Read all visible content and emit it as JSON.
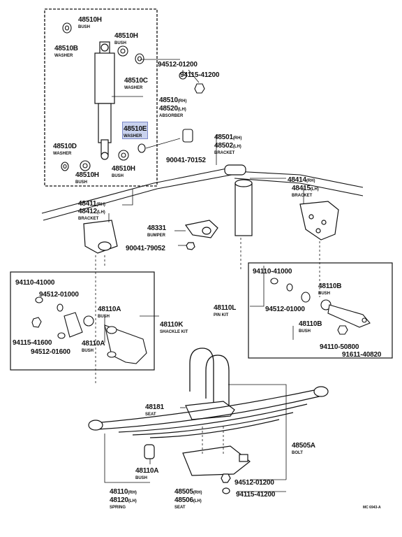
{
  "labels": {
    "l48510H_a": {
      "num": "48510H",
      "sub": "BUSH"
    },
    "l48510H_b": {
      "num": "48510H",
      "sub": "BUSH"
    },
    "l48510B": {
      "num": "48510B",
      "sub": "WASHER"
    },
    "l94512_top": {
      "num": "94512-01200"
    },
    "l94115_top": {
      "num": "94115-41200"
    },
    "l48510C": {
      "num": "48510C",
      "sub": "WASHER"
    },
    "l48510_top": {
      "num": "48510",
      "sfx": "(RH)"
    },
    "l48520": {
      "num": "48520",
      "sfx": "(LH)",
      "sub": "ABSORBER"
    },
    "l48510E": {
      "num": "48510E",
      "sub": "WASHER"
    },
    "l48510D": {
      "num": "48510D",
      "sub": "WASHER"
    },
    "l48510H_c": {
      "num": "48510H",
      "sub": "BUSH"
    },
    "l48510H_d": {
      "num": "48510H",
      "sub": "BUSH"
    },
    "l90041_70152": {
      "num": "90041-70152"
    },
    "l48501": {
      "num": "48501",
      "sfx": "(RH)"
    },
    "l48502": {
      "num": "48502",
      "sfx": "(LH)",
      "sub": "BRACKET"
    },
    "l48414": {
      "num": "48414",
      "sfx": "(RH)"
    },
    "l48415": {
      "num": "48415",
      "sfx": "(LH)",
      "sub": "BRACKET"
    },
    "l48411": {
      "num": "48411",
      "sfx": "(RH)"
    },
    "l48412": {
      "num": "48412",
      "sfx": "(LH)",
      "sub": "BRACKET"
    },
    "l48331": {
      "num": "48331",
      "sub": "BUMPER"
    },
    "l90041_79052": {
      "num": "90041-79052"
    },
    "l94110_left": {
      "num": "94110-41000"
    },
    "l94512_left": {
      "num": "94512-01000"
    },
    "l48110A_left": {
      "num": "48110A",
      "sub": "BUSH"
    },
    "l48110K": {
      "num": "48110K",
      "sub": "SHACKLE KIT"
    },
    "l94115_left": {
      "num": "94115-41600"
    },
    "l94512_01600": {
      "num": "94512-01600"
    },
    "l48110A_left2": {
      "num": "48110A",
      "sub": "BUSH"
    },
    "l94110_right": {
      "num": "94110-41000"
    },
    "l48110B_a": {
      "num": "48110B",
      "sub": "BUSH"
    },
    "l48110L": {
      "num": "48110L",
      "sub": "PIN KIT"
    },
    "l94512_right": {
      "num": "94512-01000"
    },
    "l48110B_b": {
      "num": "48110B",
      "sub": "BUSH"
    },
    "l94110_50800": {
      "num": "94110-50800"
    },
    "l91611": {
      "num": "91611-40820"
    },
    "l48181": {
      "num": "48181",
      "sub": "SEAT"
    },
    "l48505A": {
      "num": "48505A",
      "sub": "BOLT"
    },
    "l48110A_bottom": {
      "num": "48110A",
      "sub": "BUSH"
    },
    "l48110_bottom": {
      "num": "48110",
      "sfx": "(RH)"
    },
    "l48120": {
      "num": "48120",
      "sfx": "(LH)",
      "sub": "SPRING"
    },
    "l48505": {
      "num": "48505",
      "sfx": "(RH)"
    },
    "l48506": {
      "num": "48506",
      "sfx": "(LH)",
      "sub": "SEAT"
    },
    "l94512_bottom": {
      "num": "94512-01200"
    },
    "l94115_bottom": {
      "num": "94115-41200"
    }
  },
  "figure_ref": "MC 6943-A"
}
